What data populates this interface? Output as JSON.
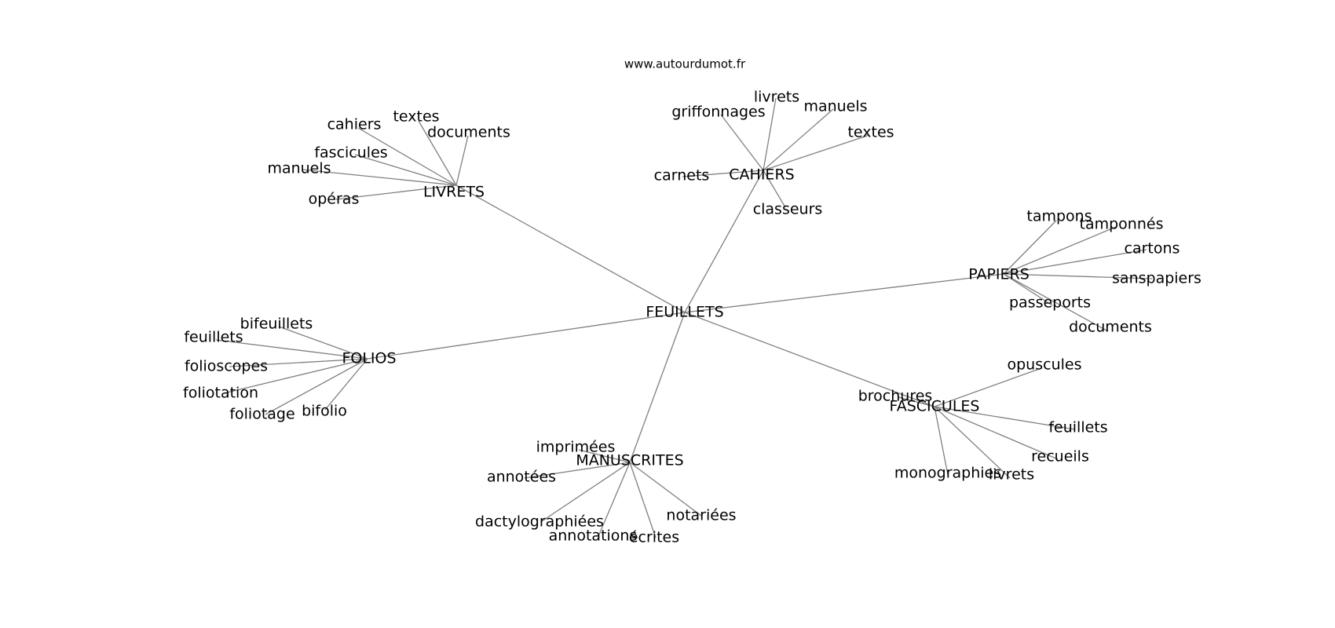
{
  "header": {
    "source": "www.autourdumot.fr"
  },
  "graph": {
    "edge_color": "#808080",
    "text_color": "#000000",
    "center": {
      "id": "feuillets",
      "label": "FEUILLETS"
    },
    "clusters": [
      {
        "id": "livrets",
        "label": "LIVRETS",
        "leaves": [
          {
            "id": "cahiers",
            "label": "cahiers"
          },
          {
            "id": "textes",
            "label": "textes"
          },
          {
            "id": "documents",
            "label": "documents"
          },
          {
            "id": "fascicules",
            "label": "fascicules"
          },
          {
            "id": "manuels",
            "label": "manuels"
          },
          {
            "id": "operas",
            "label": "opéras"
          }
        ]
      },
      {
        "id": "cahiers",
        "label": "CAHIERS",
        "leaves": [
          {
            "id": "griffonnages",
            "label": "griffonnages"
          },
          {
            "id": "livrets",
            "label": "livrets"
          },
          {
            "id": "manuels",
            "label": "manuels"
          },
          {
            "id": "textes",
            "label": "textes"
          },
          {
            "id": "carnets",
            "label": "carnets"
          },
          {
            "id": "classeurs",
            "label": "classeurs"
          }
        ]
      },
      {
        "id": "papiers",
        "label": "PAPIERS",
        "leaves": [
          {
            "id": "tampons",
            "label": "tampons"
          },
          {
            "id": "tamponnes",
            "label": "tamponnés"
          },
          {
            "id": "cartons",
            "label": "cartons"
          },
          {
            "id": "sanspapiers",
            "label": "sanspapiers"
          },
          {
            "id": "passeports",
            "label": "passeports"
          },
          {
            "id": "documents",
            "label": "documents"
          }
        ]
      },
      {
        "id": "folios",
        "label": "FOLIOS",
        "leaves": [
          {
            "id": "bifeuillets",
            "label": "bifeuillets"
          },
          {
            "id": "feuillets",
            "label": "feuillets"
          },
          {
            "id": "folioscopes",
            "label": "folioscopes"
          },
          {
            "id": "foliotation",
            "label": "foliotation"
          },
          {
            "id": "foliotage",
            "label": "foliotage"
          },
          {
            "id": "bifolio",
            "label": "bifolio"
          }
        ]
      },
      {
        "id": "fascicules",
        "label": "FASCICULES",
        "leaves": [
          {
            "id": "opuscules",
            "label": "opuscules"
          },
          {
            "id": "brochures",
            "label": "brochures"
          },
          {
            "id": "feuillets",
            "label": "feuillets"
          },
          {
            "id": "recueils",
            "label": "recueils"
          },
          {
            "id": "livrets",
            "label": "livrets"
          },
          {
            "id": "monographies",
            "label": "monographies"
          }
        ]
      },
      {
        "id": "manuscrites",
        "label": "MANUSCRITES",
        "leaves": [
          {
            "id": "imprimees",
            "label": "imprimées"
          },
          {
            "id": "annotees",
            "label": "annotées"
          },
          {
            "id": "dactylographiees",
            "label": "dactylographiées"
          },
          {
            "id": "annotations",
            "label": "annotations"
          },
          {
            "id": "ecrites",
            "label": "écrites"
          },
          {
            "id": "notariees",
            "label": "notariées"
          }
        ]
      }
    ]
  }
}
